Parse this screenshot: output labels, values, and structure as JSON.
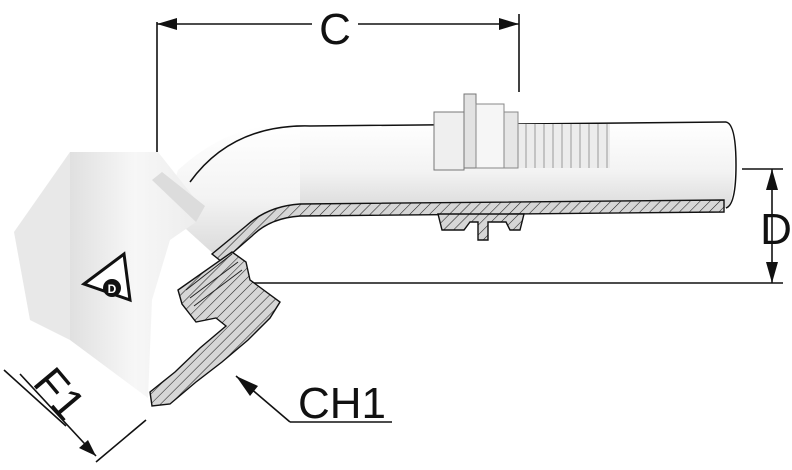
{
  "dimensions": {
    "c_label": "C",
    "d_label": "D",
    "f1_label": "F1",
    "ch1_label": "CH1"
  },
  "colors": {
    "line": "#111111",
    "body_light": "#f4f4f4",
    "body_mid": "#e4e4e4",
    "body_shadow": "#cfcfcf",
    "section": "#bdbdbd"
  },
  "logo": {
    "icon": "triangle-d-logo-icon",
    "letter": "D"
  }
}
